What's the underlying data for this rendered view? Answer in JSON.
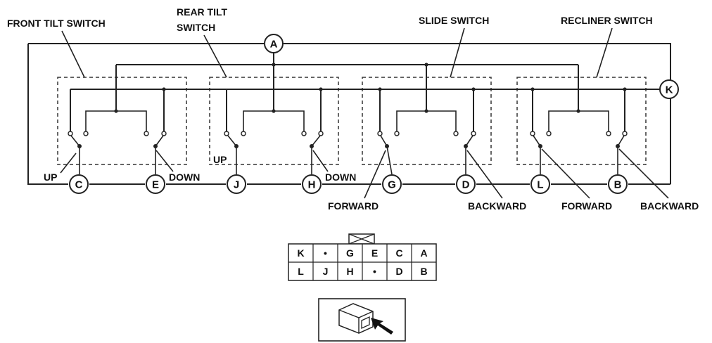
{
  "labels": {
    "front_tilt_switch": "FRONT TILT SWITCH",
    "rear_tilt_switch_l1": "REAR TILT",
    "rear_tilt_switch_l2": "SWITCH",
    "slide_switch": "SLIDE SWITCH",
    "recliner_switch": "RECLINER SWITCH",
    "up_1": "UP",
    "down_1": "DOWN",
    "up_2": "UP",
    "down_2": "DOWN",
    "forward_1": "FORWARD",
    "backward_1": "BACKWARD",
    "forward_2": "FORWARD",
    "backward_2": "BACKWARD"
  },
  "terminals": {
    "A": "A",
    "K": "K",
    "C": "C",
    "E": "E",
    "J": "J",
    "H": "H",
    "G": "G",
    "D": "D",
    "L": "L",
    "B": "B"
  },
  "connector": {
    "row1": [
      "K",
      "•",
      "G",
      "E",
      "C",
      "A"
    ],
    "row2": [
      "L",
      "J",
      "H",
      "•",
      "D",
      "B"
    ]
  }
}
